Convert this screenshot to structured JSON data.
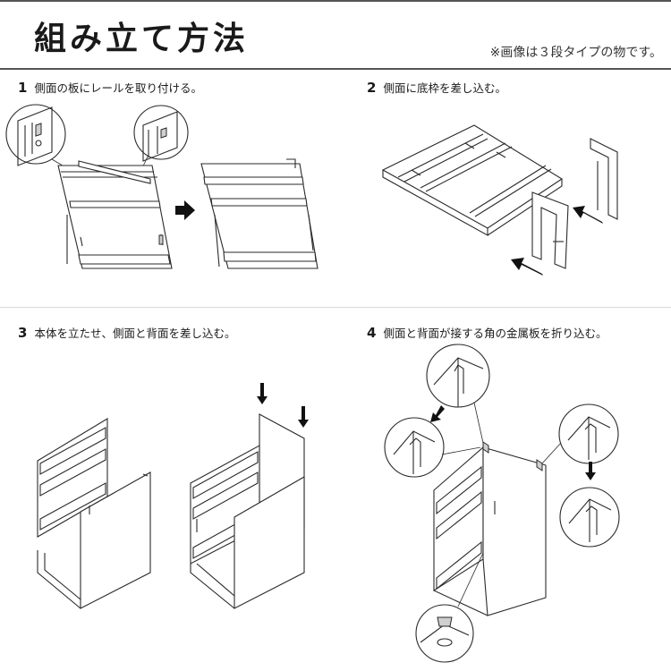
{
  "header": {
    "title": "組み立て方法",
    "note": "※画像は３段タイプの物です。"
  },
  "steps": [
    {
      "number": "1",
      "text": "側面の板にレールを取り付ける。"
    },
    {
      "number": "2",
      "text": "側面に底枠を差し込む。"
    },
    {
      "number": "3",
      "text": "本体を立たせ、側面と背面を差し込む。"
    },
    {
      "number": "4",
      "text": "側面と背面が接する角の金属板を折り込む。"
    }
  ],
  "colors": {
    "line": "#2a2a2a",
    "rule": "#555555",
    "arrow": "#111111"
  }
}
